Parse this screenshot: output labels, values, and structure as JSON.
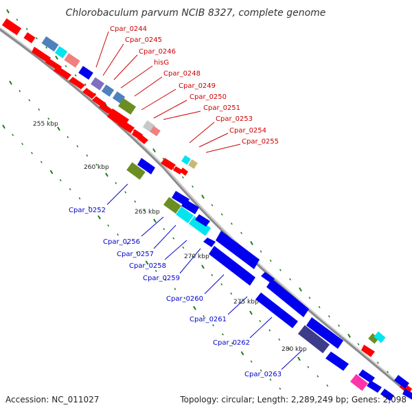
{
  "title": "Chlorobaculum parvum NCIB 8327, complete genome",
  "footer": {
    "accession": "Accession: NC_011027",
    "summary": "Topology: circular; Length: 2,289,249 bp; Genes: 2,098"
  },
  "colors": {
    "backbone": "#8c8c8c",
    "tick": "#1a7a1a",
    "forward_label": "#cc0000",
    "reverse_label": "#0000cc",
    "red": "#ff0000",
    "blue": "#0000ee",
    "cyan": "#00e5ee",
    "olive": "#6b8e23",
    "pink": "#f08080",
    "steel": "#4f81bd",
    "slate": "#7f6fc0",
    "gray": "#c8c8c8",
    "tan": "#c8b878",
    "navy": "#3c3c8a",
    "magenta": "#ff33aa"
  },
  "scale_labels": [
    "255 kbp",
    "260 kbp",
    "265 kbp",
    "270 kbp",
    "275 kbp",
    "280 kbp"
  ],
  "forward_gene_labels": [
    "Cpar_0244",
    "Cpar_0245",
    "Cpar_0246",
    "hisG",
    "Cpar_0248",
    "Cpar_0249",
    "Cpar_0250",
    "Cpar_0251",
    "Cpar_0253",
    "Cpar_0254",
    "Cpar_0255"
  ],
  "reverse_gene_labels": [
    "Cpar_0252",
    "Cpar_0256",
    "Cpar_0257",
    "Cpar_0258",
    "Cpar_0259",
    "Cpar_0260",
    "Cpar_0261",
    "Cpar_0262",
    "Cpar_0263"
  ]
}
